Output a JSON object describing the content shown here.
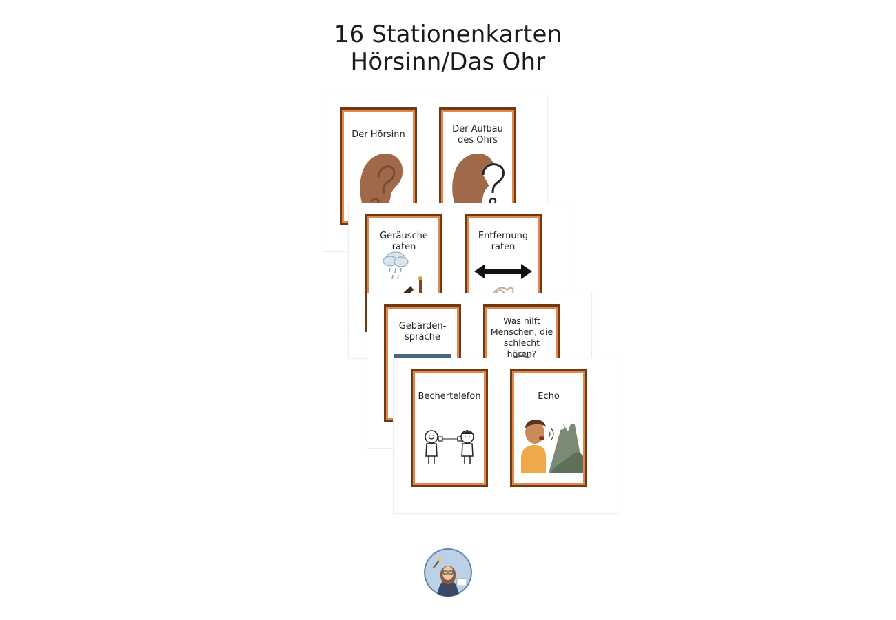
{
  "title": {
    "line1": "16 Stationenkarten",
    "line2": "Hörsinn/Das Ohr"
  },
  "sheets": [
    {
      "cards": [
        {
          "label": "Der Hörsinn",
          "icon": "ear-icon"
        },
        {
          "label": "Der Aufbau\ndes Ohrs",
          "icon": "ear-question-icon"
        }
      ]
    },
    {
      "cards": [
        {
          "label": "Geräusche\nraten",
          "icon": "rain-cloud-icon"
        },
        {
          "label": "Entfernung\nraten",
          "icon": "double-arrow-icon"
        }
      ]
    },
    {
      "cards": [
        {
          "label": "Gebärden-\nsprache",
          "icon": "sign-language-icon"
        },
        {
          "label": "Was hilft\nMenschen, die\nschlecht hören?",
          "icon": "hearing-aid-icon"
        }
      ]
    },
    {
      "cards": [
        {
          "label": "Bechertelefon",
          "icon": "cup-phone-icon"
        },
        {
          "label": "Echo",
          "icon": "echo-mountain-icon"
        }
      ]
    }
  ],
  "colors": {
    "card_border_dark": "#6e3a12",
    "card_border_orange": "#e3874a",
    "ear_skin": "#a0694a"
  }
}
